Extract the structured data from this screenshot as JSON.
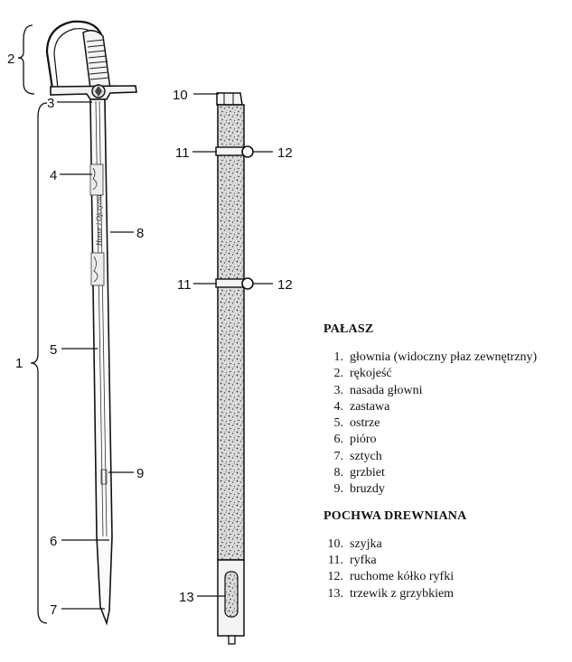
{
  "diagram": {
    "callouts": [
      {
        "id": "c2",
        "text": "2"
      },
      {
        "id": "c1",
        "text": "1"
      },
      {
        "id": "c3",
        "text": "3"
      },
      {
        "id": "c4",
        "text": "4"
      },
      {
        "id": "c5",
        "text": "5"
      },
      {
        "id": "c6",
        "text": "6"
      },
      {
        "id": "c7",
        "text": "7"
      },
      {
        "id": "c8",
        "text": "8"
      },
      {
        "id": "c9",
        "text": "9"
      },
      {
        "id": "c10",
        "text": "10"
      },
      {
        "id": "c11a",
        "text": "11"
      },
      {
        "id": "c12a",
        "text": "12"
      },
      {
        "id": "c11b",
        "text": "11"
      },
      {
        "id": "c12b",
        "text": "12"
      },
      {
        "id": "c13",
        "text": "13"
      }
    ],
    "blade_inscription": "Honor i Ojczyzna"
  },
  "legend": {
    "section1_title": "PAŁASZ",
    "section1_items": [
      {
        "num": "1.",
        "text": "głownia (widoczny płaz zewnętrzny)"
      },
      {
        "num": "2.",
        "text": "rękojeść"
      },
      {
        "num": "3.",
        "text": "nasada głowni"
      },
      {
        "num": "4.",
        "text": "zastawa"
      },
      {
        "num": "5.",
        "text": "ostrze"
      },
      {
        "num": "6.",
        "text": "pióro"
      },
      {
        "num": "7.",
        "text": "sztych"
      },
      {
        "num": "8.",
        "text": "grzbiet"
      },
      {
        "num": "9.",
        "text": "bruzdy"
      }
    ],
    "section2_title": "POCHWA DREWNIANA",
    "section2_items": [
      {
        "num": "10.",
        "text": "szyjka"
      },
      {
        "num": "11.",
        "text": "ryfka"
      },
      {
        "num": "12.",
        "text": "ruchome kółko ryfki"
      },
      {
        "num": "13.",
        "text": "trzewik z grzybkiem"
      }
    ]
  }
}
